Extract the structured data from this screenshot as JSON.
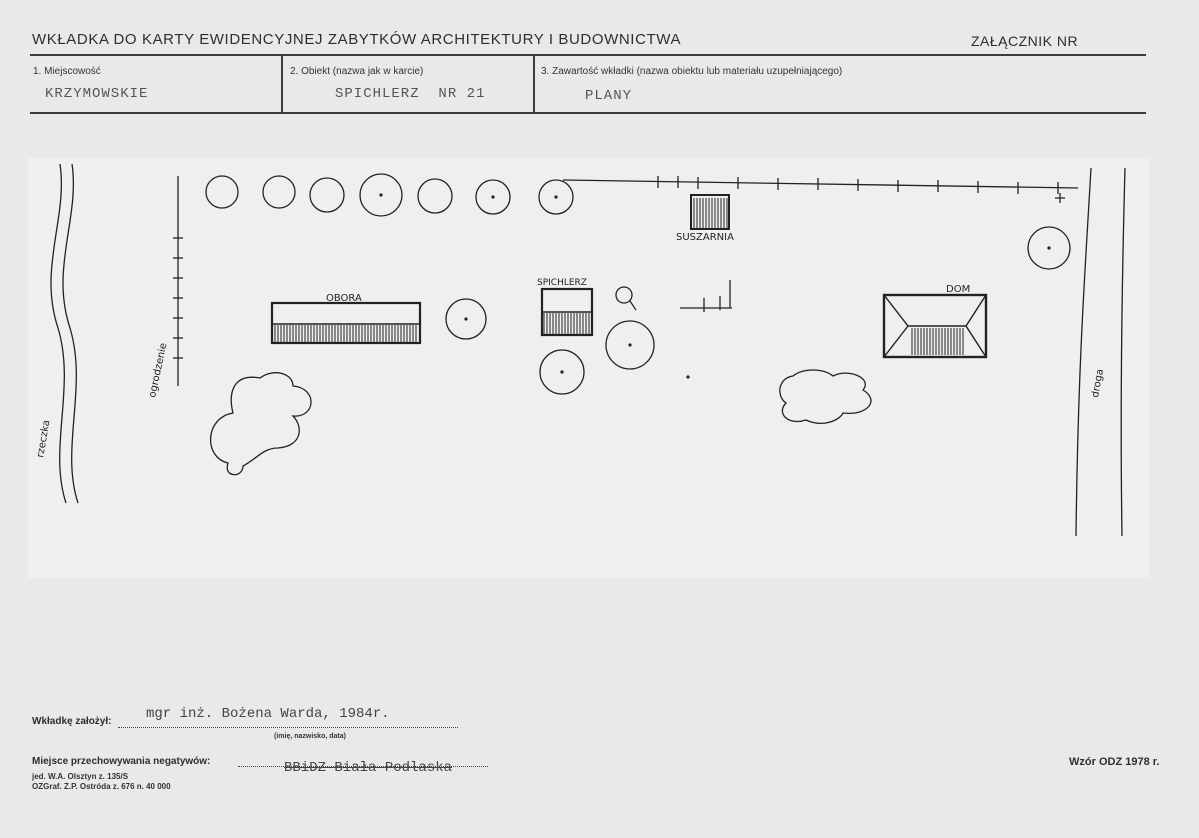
{
  "header": {
    "title": "WKŁADKA DO KARTY EWIDENCYJNEJ ZABYTKÓW ARCHITEKTURY I BUDOWNICTWA",
    "annex": "ZAŁĄCZNIK NR"
  },
  "fields": [
    {
      "label": "1. Miejscowość",
      "value": "KRZYMOWSKIE"
    },
    {
      "label": "2. Obiekt (nazwa jak w karcie)",
      "value": "SPICHLERZ  NR 21"
    },
    {
      "label": "3. Zawartość wkładki (nazwa obiektu lub materiału uzupełniającego)",
      "value": "PLANY"
    }
  ],
  "plan": {
    "labels": {
      "obora": "OBORA",
      "spichlerz": "SPICHLERZ",
      "suszarnia": "SUSZARNIA",
      "dom": "DOM",
      "left_road": "ogrodzenie",
      "river": "rzeczka",
      "right_road": "droga"
    }
  },
  "footer": {
    "created_label": "Wkładkę założył:",
    "created_value": "mgr inż. Bożena Warda, 1984r.",
    "created_hint": "(imię, nazwisko, data)",
    "storage_label": "Miejsce przechowywania negatywów:",
    "storage_value": "BBiDZ Biała Podlaska",
    "print_line1": "jed. W.A. Olsztyn z. 135/S",
    "print_line2": "OZGraf. Z.P. Ostróda z. 676 n. 40 000",
    "form_id": "Wzór ODZ 1978 r."
  }
}
